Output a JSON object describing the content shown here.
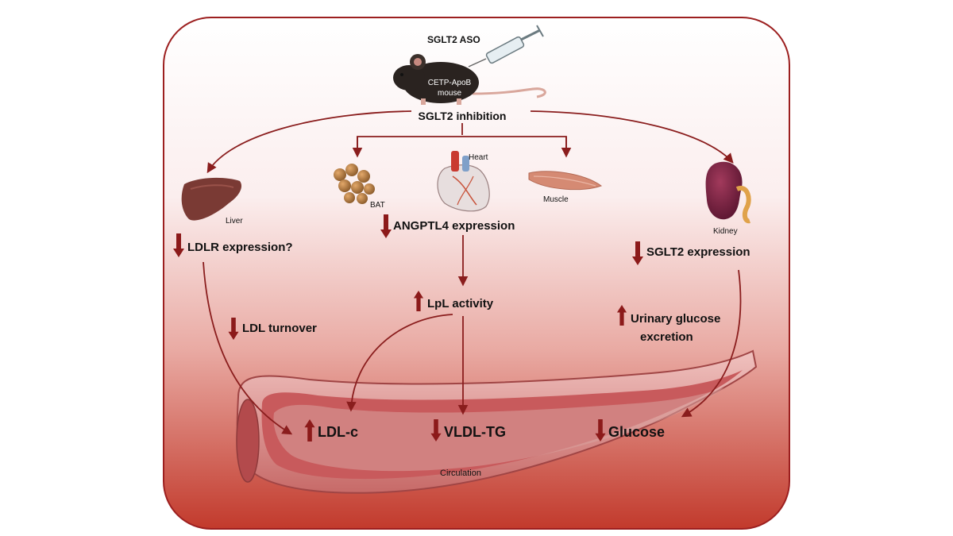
{
  "colors": {
    "frame": "#9c1f1f",
    "arrow": "#8a1d1d",
    "panel_top": "#ffffff",
    "panel_bottom": "#c23a2c",
    "up_down_arrow": "#8c1a1a",
    "vessel_wall": "#d98a88",
    "vessel_inner": "#c85a5c"
  },
  "intervention": {
    "drug": "SGLT2 ASO",
    "model_line1": "CETP-ApoB",
    "model_line2": "mouse",
    "effect": "SGLT2 inhibition"
  },
  "organs": {
    "liver": "Liver",
    "bat": "BAT",
    "heart": "Heart",
    "muscle": "Muscle",
    "kidney": "Kidney"
  },
  "effects": {
    "ldlr": {
      "direction": "down",
      "label": "LDLR expression?"
    },
    "angptl4": {
      "direction": "down",
      "label": "ANGPTL4 expression"
    },
    "sglt2": {
      "direction": "down",
      "label": "SGLT2 expression"
    },
    "lpl": {
      "direction": "up",
      "label": "LpL activity"
    },
    "ldl_turnover": {
      "direction": "down",
      "label": "LDL turnover"
    },
    "urinary_line1": "Urinary glucose",
    "urinary_line2": "excretion",
    "urinary_direction": "up"
  },
  "circulation": {
    "label": "Circulation",
    "ldlc": {
      "direction": "up",
      "label": "LDL-c"
    },
    "vldl": {
      "direction": "down",
      "label": "VLDL-TG"
    },
    "glucose": {
      "direction": "down",
      "label": "Glucose"
    }
  },
  "icons": [
    "syringe-icon",
    "mouse-icon",
    "liver-icon",
    "bat-icon",
    "heart-icon",
    "muscle-icon",
    "kidney-icon",
    "blood-vessel-icon",
    "up-arrow-icon",
    "down-arrow-icon"
  ]
}
